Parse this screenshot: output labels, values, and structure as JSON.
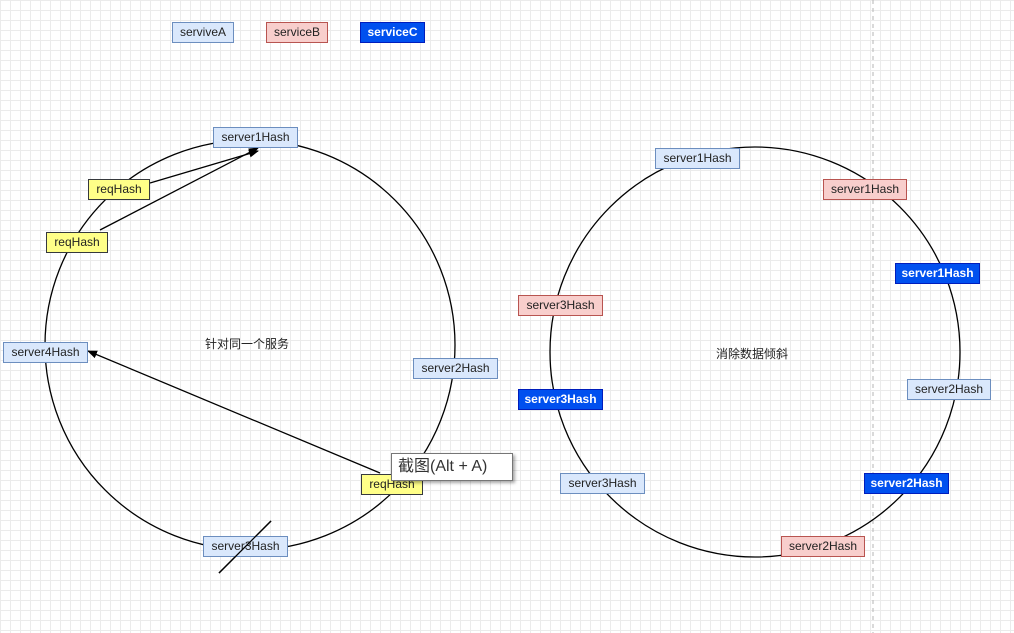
{
  "legend": {
    "service_a": "serviveA",
    "service_b": "serviceB",
    "service_c": "serviceC"
  },
  "left_ring": {
    "center_label": "针对同一个服务",
    "server1": "server1Hash",
    "server2": "server2Hash",
    "server3": "server3Hash",
    "server4": "server4Hash",
    "req_top": "reqHash",
    "req_mid": "reqHash",
    "req_bottom": "reqHash"
  },
  "right_ring": {
    "center_label": "消除数据倾斜",
    "a_server1": "server1Hash",
    "b_server1": "server1Hash",
    "c_server1": "server1Hash",
    "b_server3": "server3Hash",
    "c_server3": "server3Hash",
    "a_server2": "server2Hash",
    "a_server3": "server3Hash",
    "c_server2": "server2Hash",
    "b_server2": "server2Hash"
  },
  "tooltip": {
    "text": "截图(Alt + A)"
  },
  "colors": {
    "service_a_fill": "#dae8fc",
    "service_b_fill": "#f8cecc",
    "service_c_fill": "#0050ef",
    "request_fill": "#ffff88"
  }
}
